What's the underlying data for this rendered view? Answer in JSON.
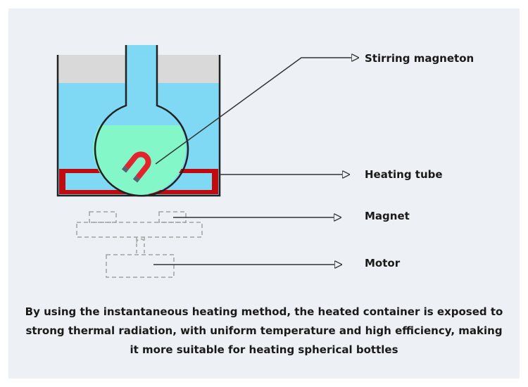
{
  "labels": {
    "stirring_magneton": "Stirring magneton",
    "heating_tube": "Heating tube",
    "magnet": "Magnet",
    "motor": "Motor"
  },
  "caption": "By using the instantaneous heating method, the heated container is exposed to strong thermal radiation, with uniform temperature and high efficiency, making it more suitable for heating spherical bottles",
  "colors": {
    "panel_bg": "#edf0f4",
    "container_air": "#d9d9d9",
    "water": "#7fd8f4",
    "flask_liquid": "#83f7c7",
    "heating_tube": "#c00a0f",
    "magnet_red": "#e2242c",
    "magnet_gray": "#5b6170",
    "dashed_parts": "#a2a2a2",
    "lines": "#333333"
  }
}
